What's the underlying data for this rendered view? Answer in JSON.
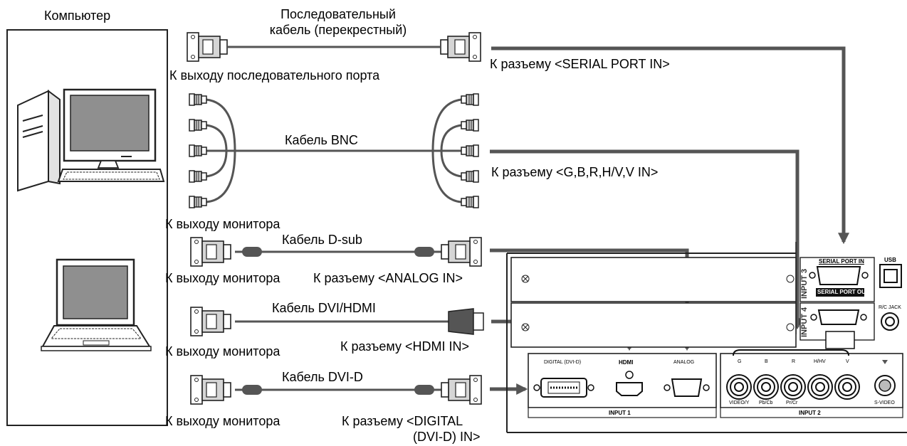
{
  "computer": {
    "title": "Компьютер"
  },
  "cables": {
    "serial": {
      "name": "Последовательный кабель (перекрестный)",
      "name_line1": "Последовательный",
      "name_line2": "кабель (перекрестный)",
      "source": "К выходу последовательного порта",
      "target": "К разъему <SERIAL PORT IN>"
    },
    "bnc": {
      "name": "Кабель BNC",
      "source": "К выходу монитора",
      "target": "К разъему <G,B,R,H/V,V IN>"
    },
    "dsub": {
      "name": "Кабель D-sub",
      "source": "К выходу монитора",
      "target": "К разъему <ANALOG IN>"
    },
    "dvi_hdmi": {
      "name": "Кабель DVI/HDMI",
      "source": "К выходу монитора",
      "target": "К разъему <HDMI IN>"
    },
    "dvid": {
      "name": "Кабель DVI-D",
      "source": "К выходу монитора",
      "target_line1": "К разъему <DIGITAL",
      "target_line2": "(DVI-D) IN>"
    }
  },
  "panel": {
    "serial_port_in": "SERIAL PORT IN",
    "serial_port_out": "SERIAL PORT OUT",
    "usb": "USB",
    "rc_jack": "R/C JACK",
    "input3": "INPUT 3",
    "input4": "INPUT 4",
    "input1": "INPUT 1",
    "input2": "INPUT 2",
    "digital_dvid": "DIGITAL (DVI-D)",
    "hdmi": "HDMI",
    "analog": "ANALOG",
    "bnc_top": [
      "G",
      "B",
      "R",
      "H/HV",
      "V"
    ],
    "bnc_bottom": [
      "VIDEO/Y",
      "Pb/Cb",
      "Pr/Cr"
    ],
    "svideo": "S-VIDEO"
  }
}
